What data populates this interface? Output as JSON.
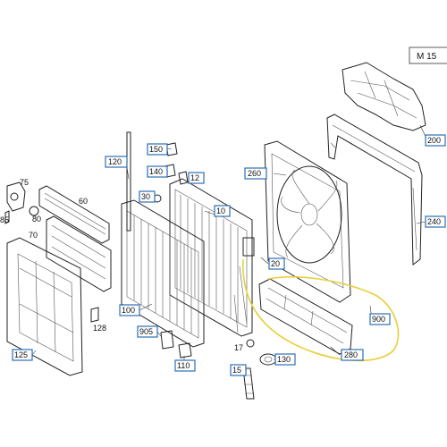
{
  "header_code": "M 15",
  "accent_color": "#2c6fb7",
  "hose_color": "#e8cf3a",
  "callouts_boxed": [
    "120",
    "150",
    "140",
    "12",
    "30",
    "10",
    "260",
    "200",
    "240",
    "20",
    "900",
    "100",
    "905",
    "110",
    "130",
    "280",
    "125",
    "15"
  ],
  "labels_plain": [
    "75",
    "80",
    "85",
    "60",
    "70",
    "128",
    "17"
  ]
}
